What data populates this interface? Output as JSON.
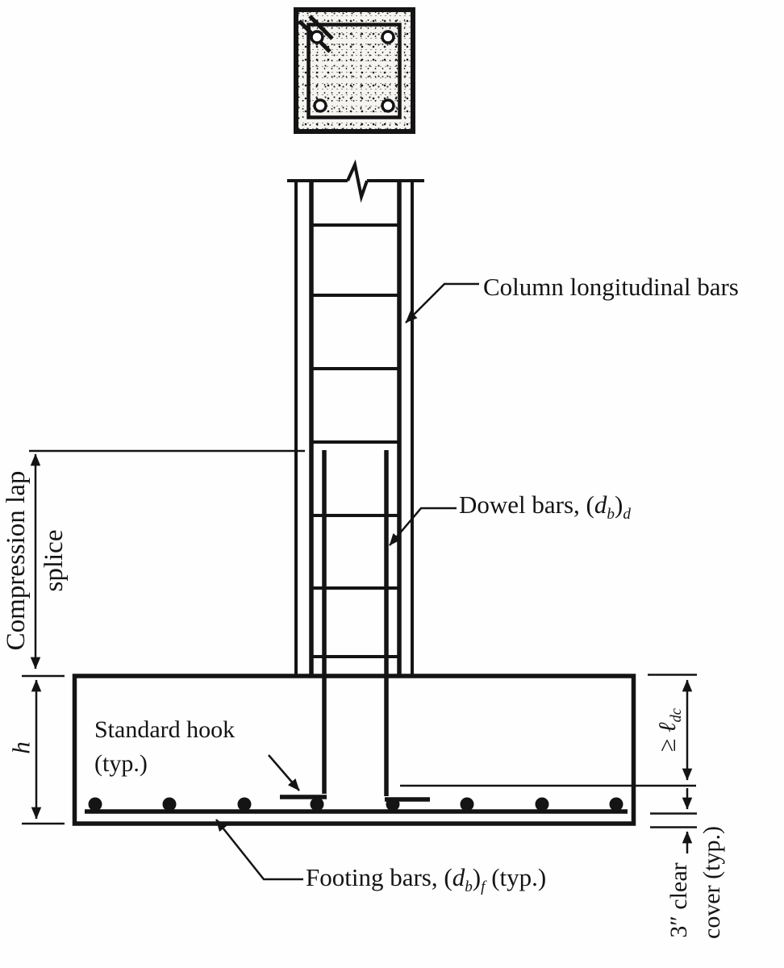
{
  "canvas": {
    "bg": "#fefefe",
    "ink": "#141414"
  },
  "labels": {
    "column_bars": "Column longitudinal bars",
    "dowel_bars": {
      "prefix": "Dowel bars, (",
      "var1": "d",
      "sub1": "b",
      "close": ")",
      "sub2": "d"
    },
    "standard_hook": {
      "line1": "Standard hook",
      "line2": "(typ.)"
    },
    "footing_bars": {
      "prefix": "Footing bars, (",
      "var1": "d",
      "sub1": "b",
      "close": ")",
      "sub2": "f",
      "suffix": " (typ.)"
    },
    "compression_lap": {
      "line1": "Compression lap",
      "line2": "splice"
    },
    "footing_depth": "h",
    "dowel_development": {
      "gte": "≥ ",
      "ell": "ℓ",
      "sub": "dc"
    },
    "clear_cover": {
      "line1": "3″ clear",
      "line2": "cover (typ.)"
    }
  }
}
